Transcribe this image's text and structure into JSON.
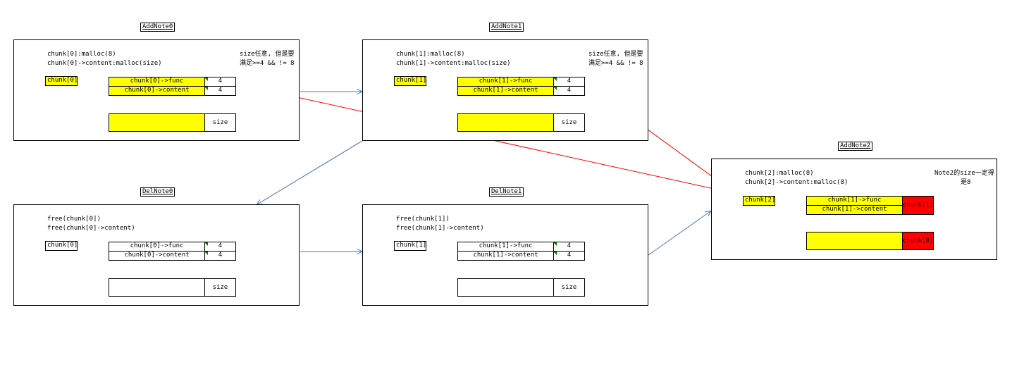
{
  "panels": {
    "addnote0": {
      "title": "AddNote0",
      "code1": "chunk[0]:malloc(8)",
      "code2": "chunk[0]->content:malloc(size)",
      "note1": "size任意, 但是要",
      "note2": "满足>=4 && != 8",
      "ptr": "chunk[0]",
      "func": "chunk[0]->func",
      "content": "chunk[0]->content",
      "v1": "4",
      "v2": "4",
      "size": "size"
    },
    "addnote1": {
      "title": "AddNote1",
      "code1": "chunk[1]:malloc(8)",
      "code2": "chunk[1]->content:malloc(size)",
      "note1": "size任意, 但是要",
      "note2": "满足>=4 && != 8",
      "ptr": "chunk[1]",
      "func": "chunk[1]->func",
      "content": "chunk[1]->content",
      "v1": "4",
      "v2": "4",
      "size": "size"
    },
    "delnote0": {
      "title": "DelNote0",
      "code1": "free(chunk[0])",
      "code2": "free(chunk[0]->content)",
      "ptr": "chunk[0]",
      "func": "chunk[0]->func",
      "content": "chunk[0]->content",
      "v1": "4",
      "v2": "4",
      "size": "size"
    },
    "delnote1": {
      "title": "DelNote1",
      "code1": "free(chunk[1])",
      "code2": "free(chunk[1]->content)",
      "ptr": "chunk[1]",
      "func": "chunk[1]->func",
      "content": "chunk[1]->content",
      "v1": "4",
      "v2": "4",
      "size": "size"
    },
    "addnote2": {
      "title": "AddNote2",
      "code1": "chunk[2]:malloc(8)",
      "code2": "chunk[2]->content:malloc(8)",
      "note1": "Note2的size一定得",
      "note2": "是8",
      "ptr": "chunk[2]",
      "func": "chunk[1]->func",
      "content": "chunk[1]->content",
      "red1": "chunk[1]",
      "red2": "chunk[0]"
    }
  },
  "colors": {
    "highlight": "#ffff00",
    "reused": "#ff0000",
    "flow_arrow": "#4472c4",
    "overlap_arrow": "#ff0000"
  }
}
